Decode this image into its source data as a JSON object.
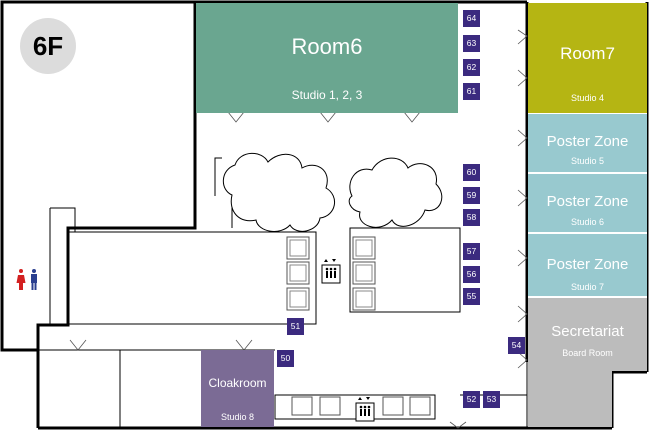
{
  "floor_label": "6F",
  "rooms": {
    "room6": {
      "title": "Room6",
      "subtitle": "Studio 1, 2, 3",
      "color": "#6aa690"
    },
    "room7": {
      "title": "Room7",
      "subtitle": "Studio 4",
      "color": "#b5b513"
    },
    "poster5": {
      "title": "Poster Zone",
      "subtitle": "Studio 5",
      "color": "#98c9cf"
    },
    "poster6": {
      "title": "Poster Zone",
      "subtitle": "Studio 6",
      "color": "#98c9cf"
    },
    "poster7": {
      "title": "Poster Zone",
      "subtitle": "Studio 7",
      "color": "#98c9cf"
    },
    "secretariat": {
      "title": "Secretariat",
      "subtitle": "Board Room",
      "color": "#bcbcbc"
    },
    "cloakroom": {
      "title": "Cloakroom",
      "subtitle": "Studio 8",
      "color": "#7b6b95"
    }
  },
  "booths": {
    "b64": "64",
    "b63": "63",
    "b62": "62",
    "b61": "61",
    "b60": "60",
    "b59": "59",
    "b58": "58",
    "b57": "57",
    "b56": "56",
    "b55": "55",
    "b54": "54",
    "b53": "53",
    "b52": "52",
    "b51": "51",
    "b50": "50"
  },
  "booth_color": "#3b2a7f",
  "icons": [
    "restroom-icon",
    "elevator-icon"
  ]
}
